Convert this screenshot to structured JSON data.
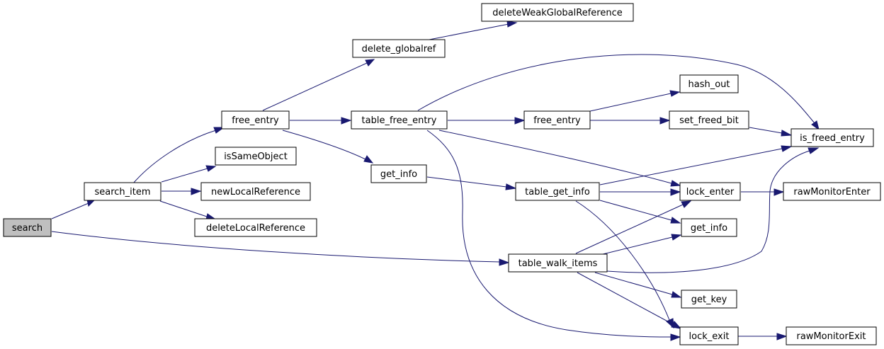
{
  "nodes": {
    "search": "search",
    "search_item": "search_item",
    "free_entry_1": "free_entry",
    "isSameObject": "isSameObject",
    "newLocalReference": "newLocalReference",
    "deleteLocalReference": "deleteLocalReference",
    "delete_globalref": "delete_globalref",
    "deleteWeakGlobalReference": "deleteWeakGlobalReference",
    "table_free_entry": "table_free_entry",
    "get_info_1": "get_info",
    "free_entry_2": "free_entry",
    "hash_out": "hash_out",
    "set_freed_bit": "set_freed_bit",
    "is_freed_entry": "is_freed_entry",
    "table_get_info": "table_get_info",
    "lock_enter": "lock_enter",
    "rawMonitorEnter": "rawMonitorEnter",
    "get_info_2": "get_info",
    "table_walk_items": "table_walk_items",
    "get_key": "get_key",
    "lock_exit": "lock_exit",
    "rawMonitorExit": "rawMonitorExit"
  },
  "colors": {
    "edge": "#191970",
    "root_fill": "#bfbfbf",
    "node_fill": "#ffffff",
    "node_border": "#000000"
  }
}
